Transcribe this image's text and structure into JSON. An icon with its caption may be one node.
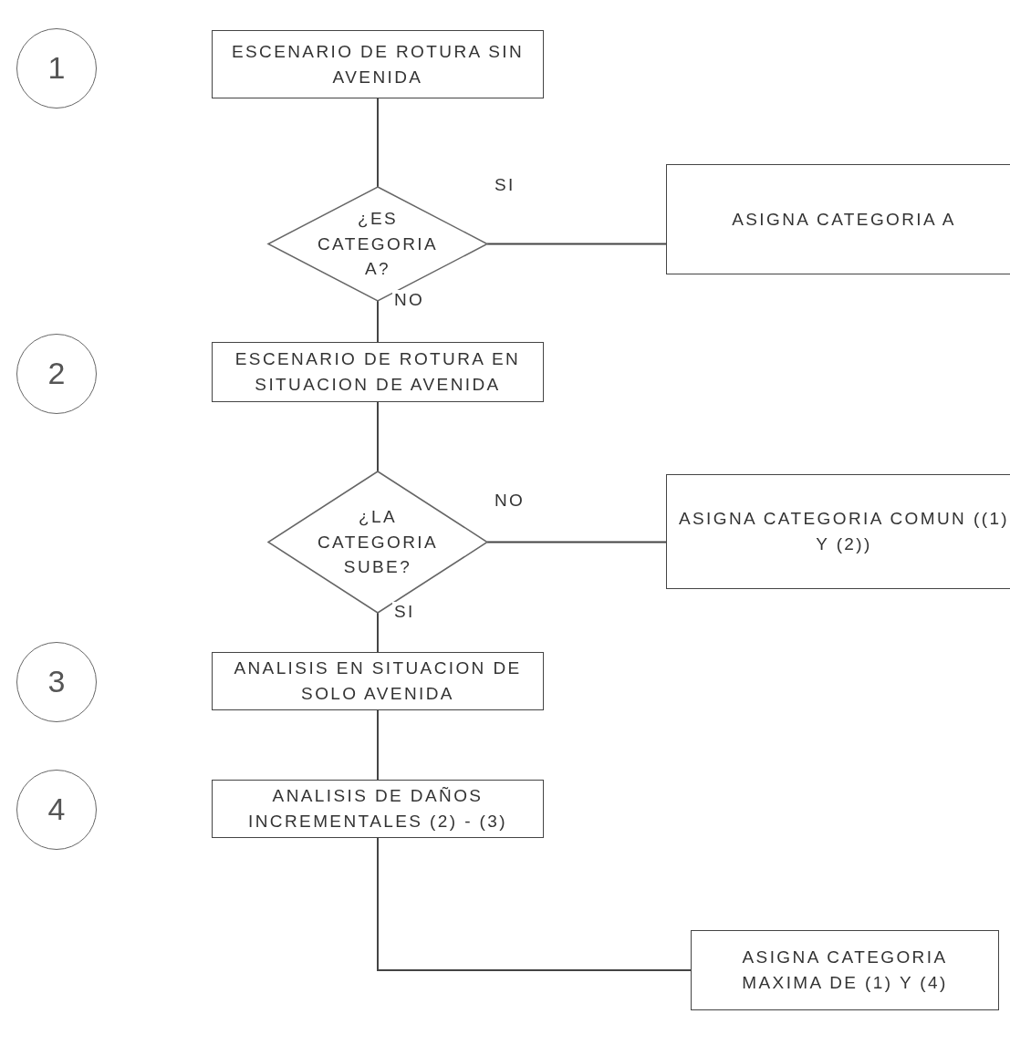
{
  "diagram": {
    "nodes": [
      {
        "text": [
          "1"
        ]
      },
      {
        "text": [
          "ESCENARIO DE ROTURA SIN AVENIDA"
        ]
      },
      {
        "text": [
          "¿ES CATEGORIA A?"
        ]
      },
      {
        "text": [
          "ASIGNA CATEGORIA A"
        ]
      },
      {
        "text": [
          "2"
        ]
      },
      {
        "text": [
          "ESCENARIO DE ROTURA EN SITUACION DE AVENIDA"
        ]
      },
      {
        "text": [
          "¿LA CATEGORIA SUBE?"
        ]
      },
      {
        "text": [
          "ASIGNA CATEGORIA COMUN ((1) Y (2))"
        ]
      },
      {
        "text": [
          "3"
        ]
      },
      {
        "text": [
          "ANALISIS EN SITUACION DE SOLO AVENIDA"
        ]
      },
      {
        "text": [
          "4"
        ]
      },
      {
        "text": [
          "ANALISIS DE DAÑOS INCREMENTALES (2) - (3)"
        ]
      },
      {
        "text": [
          "ASIGNA CATEGORIA MAXIMA DE (1) Y (4)"
        ]
      }
    ],
    "edges": [
      {
        "from": 1,
        "to": 2,
        "arrow": "none"
      },
      {
        "from": 2,
        "to": 3,
        "arrow": "none",
        "label": "SI"
      },
      {
        "from": 2,
        "to": 5,
        "arrow": "none",
        "label": "NO"
      },
      {
        "from": 5,
        "to": 6,
        "arrow": "none"
      },
      {
        "from": 6,
        "to": 7,
        "arrow": "none",
        "label": "NO"
      },
      {
        "from": 6,
        "to": 9,
        "arrow": "none",
        "label": "SI"
      },
      {
        "from": 9,
        "to": 11,
        "arrow": "none"
      },
      {
        "from": 11,
        "to": 12,
        "arrow": "none"
      }
    ]
  }
}
